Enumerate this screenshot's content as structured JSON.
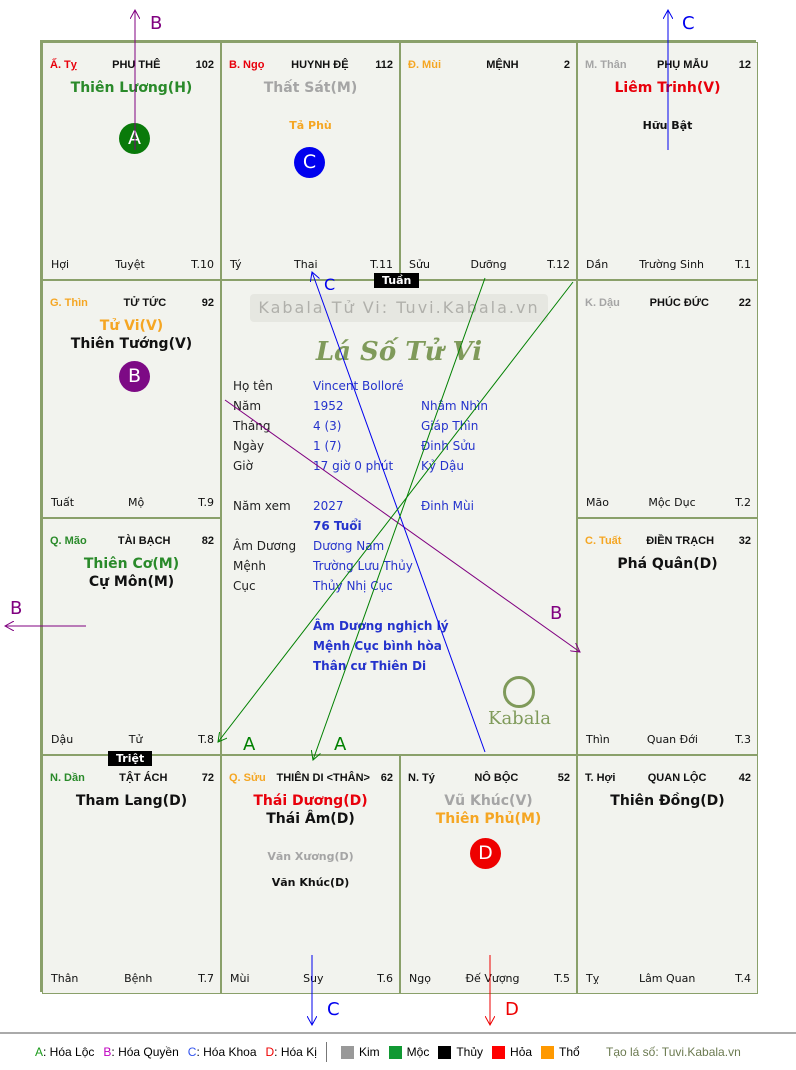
{
  "palaces": [
    {
      "key": "ty",
      "can": "Ấ. Tỵ",
      "can_color": "#e8000b",
      "name": "PHU THÊ",
      "num": "102",
      "stars": [
        {
          "t": "Thiên Lương(H)",
          "c": "#2a8a2a"
        }
      ],
      "minor": [],
      "minor2": [],
      "branch": "Hợi",
      "phase": "Tuyệt",
      "month": "T.10",
      "circle": "A",
      "circle_color": "#0a7a0a"
    },
    {
      "key": "ngo",
      "can": "B. Ngọ",
      "can_color": "#e8000b",
      "name": "HUYNH ĐỆ",
      "num": "112",
      "stars": [
        {
          "t": "Thất Sát(M)",
          "c": "#a5a5a5"
        }
      ],
      "minor": [
        {
          "t": "Tả Phù",
          "c": "#f5a623"
        }
      ],
      "minor2": [],
      "branch": "Tý",
      "phase": "Thai",
      "month": "T.11",
      "circle": "C",
      "circle_color": "#0000ee"
    },
    {
      "key": "mui",
      "can": "Đ. Mùi",
      "can_color": "#f5a623",
      "name": "MỆNH",
      "num": "2",
      "stars": [],
      "minor": [],
      "minor2": [],
      "branch": "Sửu",
      "phase": "Dưỡng",
      "month": "T.12"
    },
    {
      "key": "than",
      "can": "M. Thân",
      "can_color": "#a5a5a5",
      "name": "PHỤ MẪU",
      "num": "12",
      "stars": [
        {
          "t": "Liêm Trinh(V)",
          "c": "#e8000b"
        }
      ],
      "minor": [
        {
          "t": "Hữu Bật",
          "c": "#111"
        }
      ],
      "minor2": [],
      "branch": "Dần",
      "phase": "Trường Sinh",
      "month": "T.1"
    },
    {
      "key": "thin",
      "can": "G. Thìn",
      "can_color": "#f5a623",
      "name": "TỬ TỨC",
      "num": "92",
      "stars": [
        {
          "t": "Tử Vi(V)",
          "c": "#f5a623"
        },
        {
          "t": "Thiên Tướng(V)",
          "c": "#111"
        }
      ],
      "minor": [],
      "minor2": [],
      "branch": "Tuất",
      "phase": "Mộ",
      "month": "T.9",
      "circle": "B",
      "circle_color": "#7d0a85"
    },
    {
      "key": "dau",
      "can": "K. Dậu",
      "can_color": "#a5a5a5",
      "name": "PHÚC ĐỨC",
      "num": "22",
      "stars": [],
      "minor": [],
      "minor2": [],
      "branch": "Mão",
      "phase": "Mộc Dục",
      "month": "T.2"
    },
    {
      "key": "mao",
      "can": "Q. Mão",
      "can_color": "#2a8a2a",
      "name": "TÀI BẠCH",
      "num": "82",
      "stars": [
        {
          "t": "Thiên Cơ(M)",
          "c": "#2a8a2a"
        },
        {
          "t": "Cự Môn(M)",
          "c": "#111"
        }
      ],
      "minor": [],
      "minor2": [],
      "branch": "Dậu",
      "phase": "Tử",
      "month": "T.8"
    },
    {
      "key": "tuat",
      "can": "C. Tuất",
      "can_color": "#f5a623",
      "name": "ĐIỀN TRẠCH",
      "num": "32",
      "stars": [
        {
          "t": "Phá Quân(D)",
          "c": "#111"
        }
      ],
      "minor": [],
      "minor2": [],
      "branch": "Thìn",
      "phase": "Quan Đới",
      "month": "T.3"
    },
    {
      "key": "dan",
      "can": "N. Dần",
      "can_color": "#2a8a2a",
      "name": "TẬT ÁCH",
      "num": "72",
      "stars": [
        {
          "t": "Tham Lang(D)",
          "c": "#111"
        }
      ],
      "minor": [],
      "minor2": [],
      "branch": "Thân",
      "phase": "Bệnh",
      "month": "T.7"
    },
    {
      "key": "suu",
      "can": "Q. Sửu",
      "can_color": "#f5a623",
      "name": "THIÊN DI <THÂN>",
      "num": "62",
      "stars": [
        {
          "t": "Thái Dương(D)",
          "c": "#e8000b"
        },
        {
          "t": "Thái Âm(D)",
          "c": "#111"
        }
      ],
      "minor": [
        {
          "t": "Văn Xương(D)",
          "c": "#a5a5a5"
        }
      ],
      "minor2": [
        {
          "t": "Văn Khúc(D)",
          "c": "#111"
        }
      ],
      "branch": "Mùi",
      "phase": "Suy",
      "month": "T.6"
    },
    {
      "key": "tyy",
      "can": "N. Tý",
      "can_color": "#111",
      "name": "NÔ BỘC",
      "num": "52",
      "stars": [
        {
          "t": "Vũ Khúc(V)",
          "c": "#a5a5a5"
        },
        {
          "t": "Thiên Phủ(M)",
          "c": "#f5a623"
        }
      ],
      "minor": [],
      "minor2": [],
      "branch": "Ngọ",
      "phase": "Đế Vượng",
      "month": "T.5",
      "circle": "D",
      "circle_color": "#ee0000"
    },
    {
      "key": "hoi",
      "can": "T. Hợi",
      "can_color": "#111",
      "name": "QUAN LỘC",
      "num": "42",
      "stars": [
        {
          "t": "Thiên Đồng(D)",
          "c": "#111"
        }
      ],
      "minor": [],
      "minor2": [],
      "branch": "Tỵ",
      "phase": "Lâm Quan",
      "month": "T.4"
    }
  ],
  "center": {
    "watermark": "Kabala Tử Vi: Tuvi.Kabala.vn",
    "title": "Lá Số Tử Vi",
    "rows": [
      {
        "k": "Họ tên",
        "v": "Vincent Bolloré",
        "v2": ""
      },
      {
        "k": "Năm",
        "v": "1952",
        "v2": "Nhâm Nhìn"
      },
      {
        "k": "Tháng",
        "v": "4  (3)",
        "v2": "Giáp Thìn"
      },
      {
        "k": "Ngày",
        "v": "1  (7)",
        "v2": "Đinh Sửu"
      },
      {
        "k": "Giờ",
        "v": "17 giờ 0 phút",
        "v2": "Kỷ Dậu"
      },
      {
        "k": "",
        "v": "",
        "v2": ""
      },
      {
        "k": "Năm xem",
        "v": "2027",
        "v2": "Đinh Mùi"
      },
      {
        "k": "",
        "v": "76 Tuổi",
        "v2": "",
        "bold": true
      },
      {
        "k": "Âm Dương",
        "v": "Dương Nam",
        "v2": ""
      },
      {
        "k": "Mệnh",
        "v": "Trường Lưu Thủy",
        "v2": ""
      },
      {
        "k": "Cục",
        "v": "Thủy Nhị Cục",
        "v2": ""
      },
      {
        "k": "",
        "v": "",
        "v2": ""
      },
      {
        "k": "",
        "v": "Âm Dương nghịch lý",
        "v2": "",
        "bold": true
      },
      {
        "k": "",
        "v": "Mệnh Cục bình hòa",
        "v2": "",
        "bold": true
      },
      {
        "k": "",
        "v": "Thân cư Thiên Di",
        "v2": "",
        "bold": true
      }
    ],
    "logo_text": "Kabala"
  },
  "badges": {
    "tuan": "Tuần",
    "triet": "Triệt"
  },
  "arrows": {
    "A": "A",
    "B": "B",
    "C": "C",
    "D": "D"
  },
  "legend": {
    "hoa": [
      {
        "l": "A",
        "t": ": Hóa Lộc",
        "c": "#1a9a1a"
      },
      {
        "l": "B",
        "t": ": Hóa Quyền",
        "c": "#c000c0"
      },
      {
        "l": "C",
        "t": ": Hóa Khoa",
        "c": "#3355ee"
      },
      {
        "l": "D",
        "t": ": Hóa Kị",
        "c": "#ee0000"
      }
    ],
    "elements": [
      {
        "t": "Kim",
        "c": "#999999"
      },
      {
        "t": "Mộc",
        "c": "#119933"
      },
      {
        "t": "Thủy",
        "c": "#000000"
      },
      {
        "t": "Hỏa",
        "c": "#ff0000"
      },
      {
        "t": "Thổ",
        "c": "#ff9900"
      }
    ],
    "credit": "Tạo lá số: Tuvi.Kabala.vn"
  }
}
